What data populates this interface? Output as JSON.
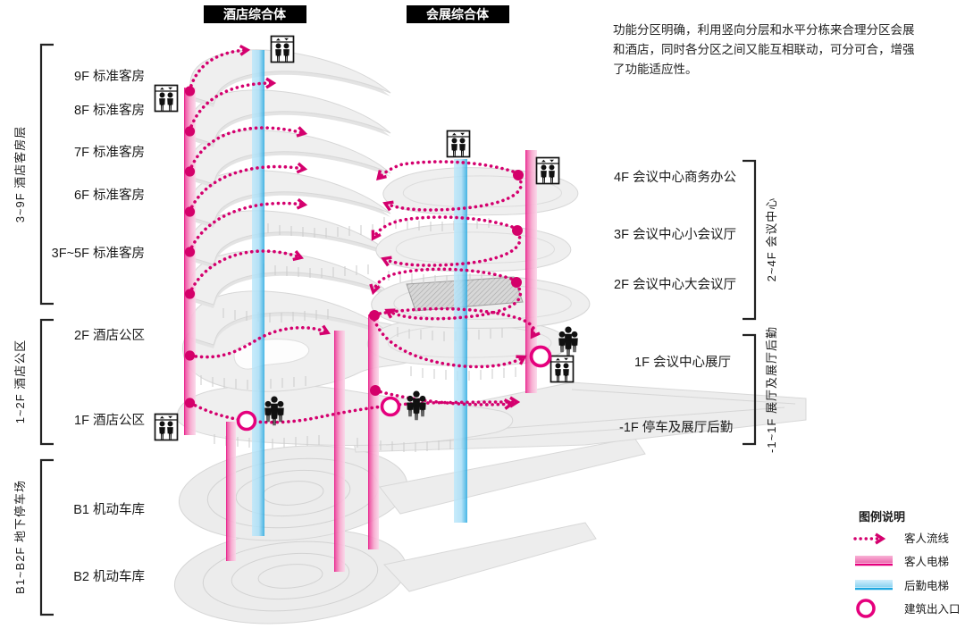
{
  "headers": {
    "hotel": "酒店综合体",
    "exhibition": "会展综合体"
  },
  "annotation": {
    "line1": "功能分区明确，利用竖向分层和水平分栋来合理分区会展",
    "line2": "和酒店，同时各分区之间又能互相联动，可分可合，增强",
    "line3": "了功能适应性。"
  },
  "left_panel": {
    "groups": [
      {
        "bracket_label": "3~9F 酒店客房层",
        "floors": [
          "9F 标准客房",
          "8F 标准客房",
          "7F 标准客房",
          "6F 标准客房",
          "3F~5F 标准客房"
        ]
      },
      {
        "bracket_label": "1~2F 酒店公区",
        "floors": [
          "2F 酒店公区",
          "1F 酒店公区"
        ]
      },
      {
        "bracket_label": "B1~B2F 地下停车场",
        "floors": [
          "B1 机动车库",
          "B2 机动车库"
        ]
      }
    ]
  },
  "right_panel": {
    "groups": [
      {
        "bracket_label": "2~4F 会议中心",
        "floors": [
          "4F 会议中心商务办公",
          "3F 会议中心小会议厅",
          "2F 会议中心大会议厅"
        ]
      },
      {
        "bracket_label": "-1~1F 展厅及展厅后勤",
        "floors": [
          "1F 会议中心展厅",
          "-1F 停车及展厅后勤"
        ]
      }
    ]
  },
  "legend": {
    "title": "图例说明",
    "items": [
      {
        "symbol": "guest-flow-dotted-arrow",
        "label": "客人流线"
      },
      {
        "symbol": "guest-elevator-bar",
        "label": "客人电梯"
      },
      {
        "symbol": "service-elevator-bar",
        "label": "后勤电梯"
      },
      {
        "symbol": "building-entrance-circle",
        "label": "建筑出入口"
      }
    ]
  },
  "colors": {
    "magenta": "#d4006e",
    "magenta_edge": "#e5007d",
    "pink_light": "#f9cce3",
    "blue": "#1ea7e0",
    "blue_light": "#bfe9fb",
    "plate_gray": "#efefef",
    "ink": "#1a1a1a"
  }
}
